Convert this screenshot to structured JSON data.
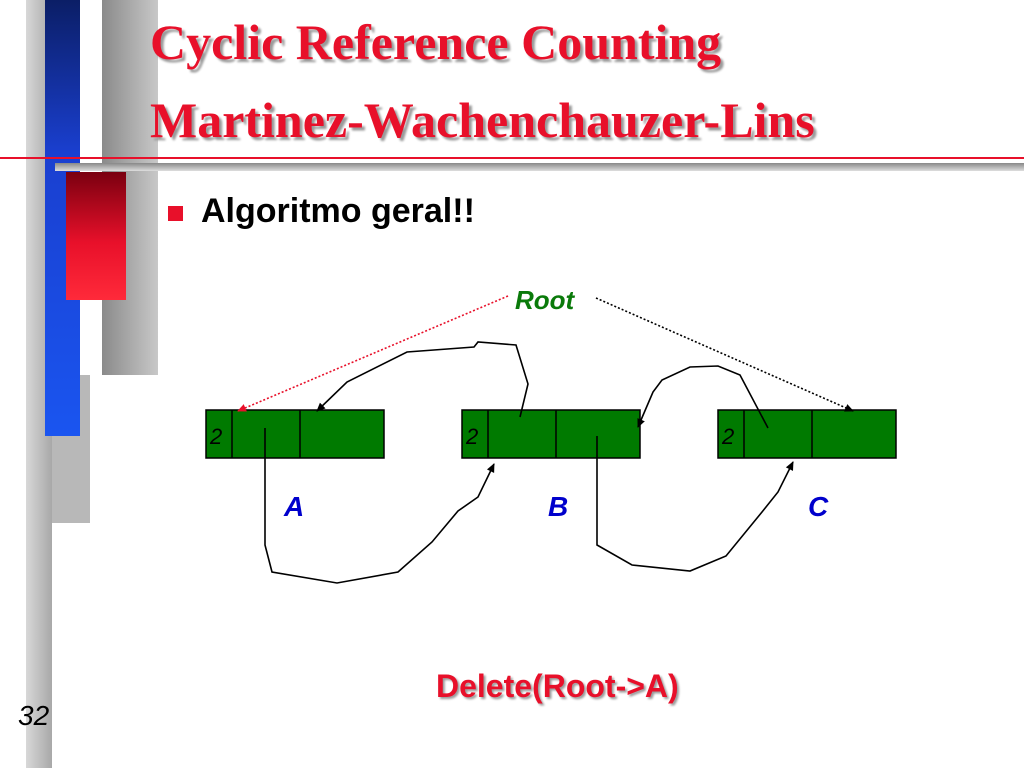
{
  "slide": {
    "title_line1": "Cyclic Reference Counting",
    "title_line2": "Martinez-Wachenchauzer-Lins",
    "bullet": "Algoritmo geral!!",
    "caption": "Delete(Root->A)",
    "page_number": "32"
  },
  "diagram": {
    "root_label": "Root",
    "nodes": [
      {
        "name": "A",
        "count": "2"
      },
      {
        "name": "B",
        "count": "2"
      },
      {
        "name": "C",
        "count": "2"
      }
    ],
    "colors": {
      "cell_fill": "#007a00",
      "cell_border": "#000000",
      "root_link_A": "#e8102a",
      "root_link_C": "#000000",
      "node_label": "#0000cc",
      "root_label": "#0a7a0a"
    }
  },
  "theme": {
    "accent_red": "#e8102a",
    "deco_blue": "#1a4fe0",
    "deco_navy": "#0b1e66",
    "deco_gray": "#b3b3b3"
  }
}
